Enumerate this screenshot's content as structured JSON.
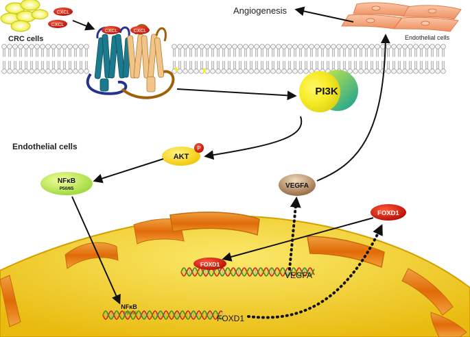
{
  "cells": {
    "crc_label": "CRC cells",
    "endothelial_top_label": "Endothelial cells",
    "endothelial_main_label": "Endothelial cells"
  },
  "process": {
    "angiogenesis": "Angiogenesis"
  },
  "molecules": {
    "cxcl_small": "CXCL",
    "pi3k": "PI3K",
    "akt": "AKT",
    "akt_phospho": "P",
    "nfkb": "NFκB",
    "nfkb_sub": "P50/65",
    "vegfa": "VEGFA",
    "foxd1_cyto": "FOXD1",
    "foxd1_bound": "FOXD1",
    "nfkb_dna": "NFκB",
    "nfkb_dna_sub": "P50/65"
  },
  "genes": {
    "vegfa_gene": "VEGFA",
    "foxd1_gene": "FOXD1"
  },
  "colors": {
    "membrane": "#9a9a9a",
    "nucleus": "#f2c92a",
    "nucleus_edge": "#d9a300",
    "pore": "#e07a10",
    "receptor_blue": "#1b7a8e",
    "receptor_tan": "#f1c58a",
    "ligand_red": "#d41a12",
    "pi3k_yellow": "#fff227",
    "pi3k_teal": "#17a79a",
    "akt": "#ffdd00",
    "nfkb": "#c8f04a",
    "vegfa": "#a9825a",
    "endothelial": "#f4a27a"
  }
}
